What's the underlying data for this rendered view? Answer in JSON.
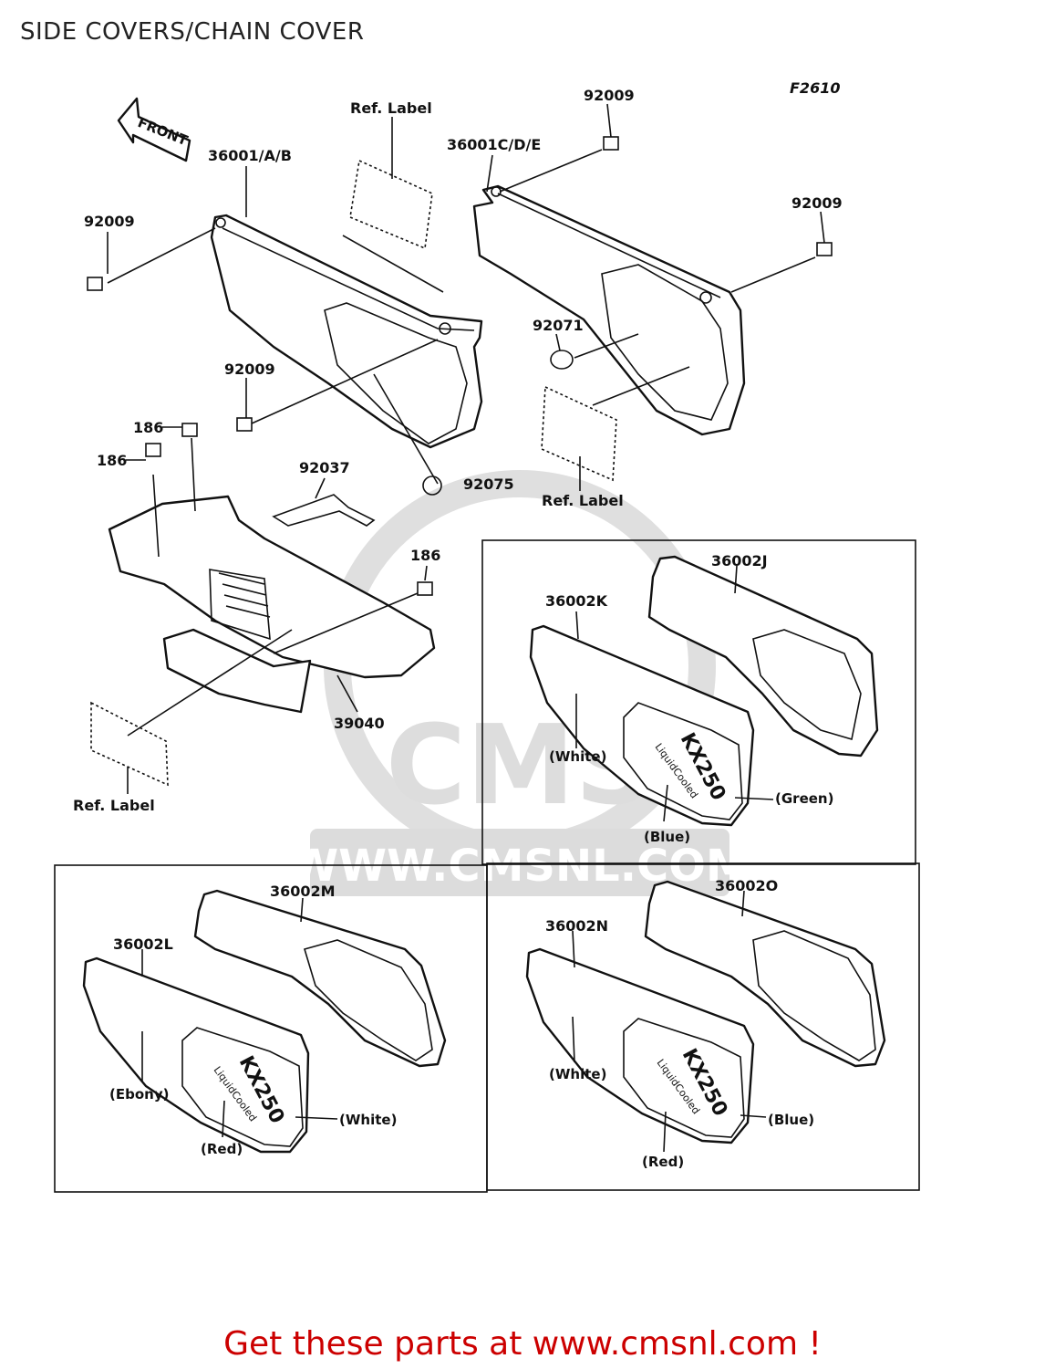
{
  "title": "SIDE COVERS/CHAIN COVER",
  "figure_code": "F2610",
  "front_arrow": "FRONT",
  "watermark": {
    "logo": "CMS",
    "url": "WWW.CMSNL.COM"
  },
  "footer": "Get these parts at www.cmsnl.com !",
  "labels": {
    "ref_label": "Ref. Label",
    "p36001ab": "36001/A/B",
    "p36001cde": "36001C/D/E",
    "p92009": "92009",
    "p92071": "92071",
    "p92075": "92075",
    "p92037": "92037",
    "p186": "186",
    "p39040": "39040",
    "p36002J": "36002J",
    "p36002K": "36002K",
    "p36002L": "36002L",
    "p36002M": "36002M",
    "p36002N": "36002N",
    "p36002O": "36002O"
  },
  "colors": {
    "white": "(White)",
    "green": "(Green)",
    "blue": "(Blue)",
    "ebony": "(Ebony)",
    "red": "(Red)"
  },
  "decal": {
    "model": "KX250",
    "text": "LiquidCooled"
  },
  "accent_color": "#cc0000"
}
